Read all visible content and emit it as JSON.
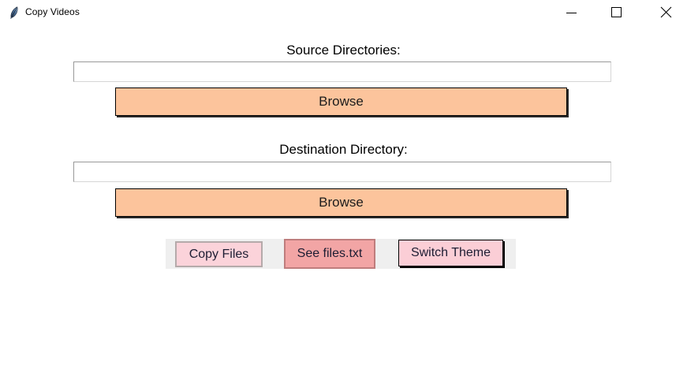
{
  "window": {
    "title": "Copy Videos"
  },
  "titlebar": {
    "icons": {
      "app_icon": "python-feather-icon",
      "minimize": "minimize-icon",
      "maximize": "maximize-icon",
      "close": "close-icon"
    }
  },
  "source": {
    "label": "Source Directories:",
    "input_value": "",
    "browse_label": "Browse"
  },
  "destination": {
    "label": "Destination Directory:",
    "input_value": "",
    "browse_label": "Browse"
  },
  "actions": {
    "copy_files_label": "Copy Files",
    "see_files_label": "See files.txt",
    "switch_theme_label": "Switch Theme"
  },
  "colors": {
    "browse_button_bg": "#fcc49c",
    "copy_files_bg": "#fbd3da",
    "see_files_bg": "#f2a5a5",
    "switch_theme_bg": "#fbced6",
    "action_strip_bg": "#efefef",
    "window_bg": "#ffffff"
  }
}
